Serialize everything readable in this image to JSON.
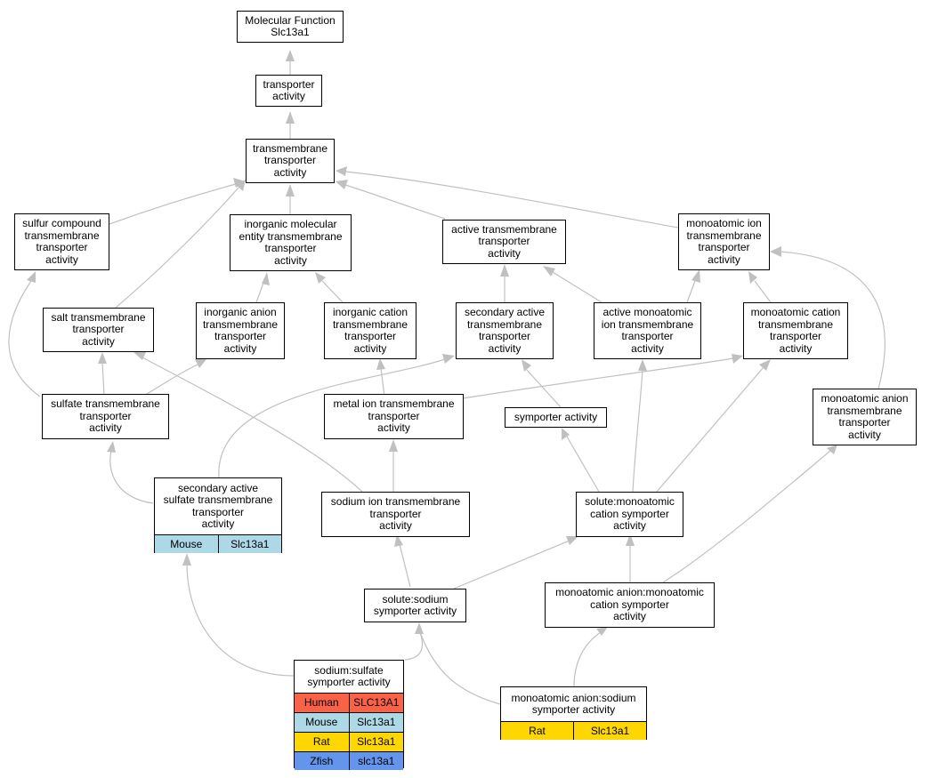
{
  "nodes": {
    "molecular_function": "Molecular Function\nSlc13a1",
    "transporter_activity": "transporter\nactivity",
    "transmembrane_transporter": "transmembrane\ntransporter\nactivity",
    "sulfur_compound": "sulfur compound\ntransmembrane\ntransporter\nactivity",
    "inorganic_molecular": "inorganic molecular\nentity transmembrane\ntransporter\nactivity",
    "active_transmembrane": "active transmembrane\ntransporter\nactivity",
    "monoatomic_ion": "monoatomic ion\ntransmembrane\ntransporter\nactivity",
    "salt_transmembrane": "salt transmembrane\ntransporter\nactivity",
    "inorganic_anion": "inorganic anion\ntransmembrane\ntransporter\nactivity",
    "inorganic_cation": "inorganic cation\ntransmembrane\ntransporter\nactivity",
    "secondary_active": "secondary active\ntransmembrane\ntransporter\nactivity",
    "active_monoatomic_ion": "active monoatomic\nion transmembrane\ntransporter\nactivity",
    "monoatomic_cation": "monoatomic cation\ntransmembrane\ntransporter\nactivity",
    "sulfate_transmembrane": "sulfate transmembrane\ntransporter\nactivity",
    "metal_ion": "metal ion transmembrane\ntransporter\nactivity",
    "symporter": "symporter activity",
    "monoatomic_anion": "monoatomic anion\ntransmembrane\ntransporter\nactivity",
    "secondary_active_sulfate": "secondary active\nsulfate transmembrane\ntransporter\nactivity",
    "sodium_ion": "sodium ion transmembrane\ntransporter\nactivity",
    "solute_monoatomic_cation": "solute:monoatomic\ncation symporter\nactivity",
    "solute_sodium": "solute:sodium\nsymporter activity",
    "anion_cation_symporter": "monoatomic anion:monoatomic\ncation symporter\nactivity",
    "sodium_sulfate": "sodium:sulfate\nsymporter activity",
    "anion_sodium_symporter": "monoatomic anion:sodium\nsymporter activity"
  },
  "annotations": {
    "secondary_active_sulfate": [
      {
        "species": "Mouse",
        "gene": "Slc13a1",
        "color": "#add8e6"
      }
    ],
    "sodium_sulfate": [
      {
        "species": "Human",
        "gene": "SLC13A1",
        "color": "#fa6248"
      },
      {
        "species": "Mouse",
        "gene": "Slc13a1",
        "color": "#add8e6"
      },
      {
        "species": "Rat",
        "gene": "Slc13a1",
        "color": "#ffd700"
      },
      {
        "species": "Zfish",
        "gene": "slc13a1",
        "color": "#6495ed"
      }
    ],
    "anion_sodium_symporter": [
      {
        "species": "Rat",
        "gene": "Slc13a1",
        "color": "#ffd700"
      }
    ]
  },
  "edge_color": "#c0c0c0"
}
